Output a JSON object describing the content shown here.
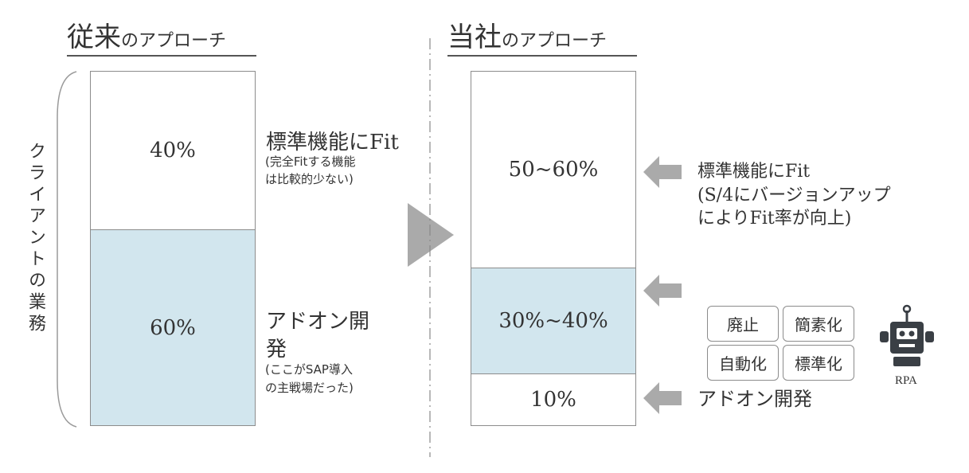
{
  "left": {
    "heading_main": "従来",
    "heading_sub": "のアプローチ",
    "vertical_label": "クライアントの業務",
    "top_value": "40%",
    "bottom_value": "60%",
    "top_label": "標準機能にFit",
    "top_note_1": "(完全Fitする機能",
    "top_note_2": "は比較的少ない)",
    "bottom_label_1": "アドオン開",
    "bottom_label_2": "発",
    "bottom_note_1": "(ここがSAP導入",
    "bottom_note_2": "の主戦場だった)"
  },
  "right": {
    "heading_main": "当社",
    "heading_sub": "のアプローチ",
    "top_value": "50~60%",
    "middle_value": "30%~40%",
    "bottom_value": "10%",
    "top_label_1": "標準機能にFit",
    "top_label_2": "(S/4にバージョンアップ",
    "top_label_3": "によりFit率が向上)",
    "bottom_label": "アドオン開発",
    "tags": [
      "廃止",
      "簡素化",
      "自動化",
      "標準化"
    ],
    "robot_label": "RPA"
  },
  "colors": {
    "addon_fill": "#d2e6ee",
    "border": "#8c8c8c",
    "arrow": "#aaaaaa"
  }
}
